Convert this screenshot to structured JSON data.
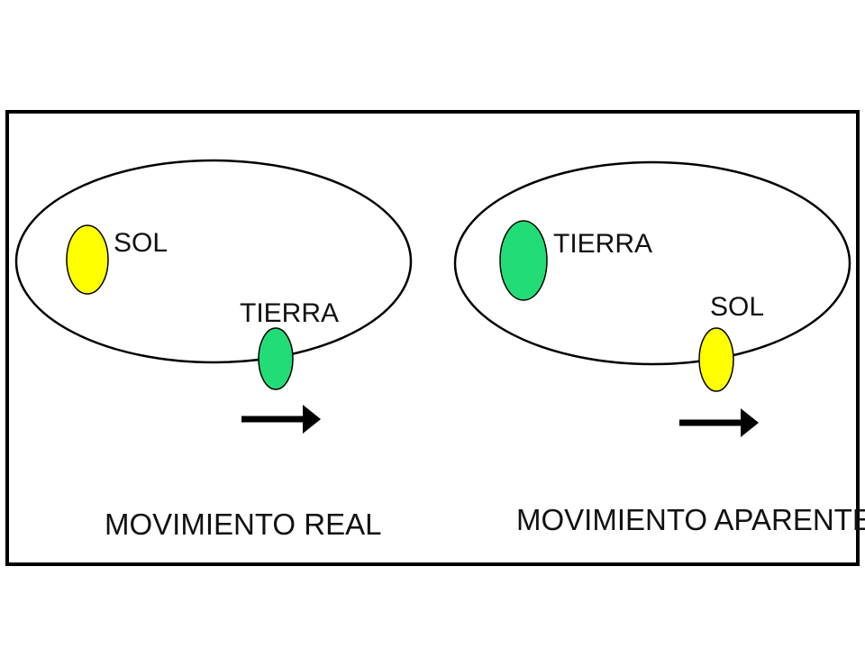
{
  "colors": {
    "frame": "#000000",
    "orbit": "#000000",
    "sun": "#ffff00",
    "earth": "#22dd77",
    "arrow": "#000000",
    "background": "#ffffff"
  },
  "real_panel": {
    "sun_label": "SOL",
    "earth_label": "TIERRA",
    "caption": "MOVIMIENTO REAL"
  },
  "apparent_panel": {
    "earth_label": "TIERRA",
    "sun_label": "SOL",
    "caption": "MOVIMIENTO APARENTE"
  }
}
